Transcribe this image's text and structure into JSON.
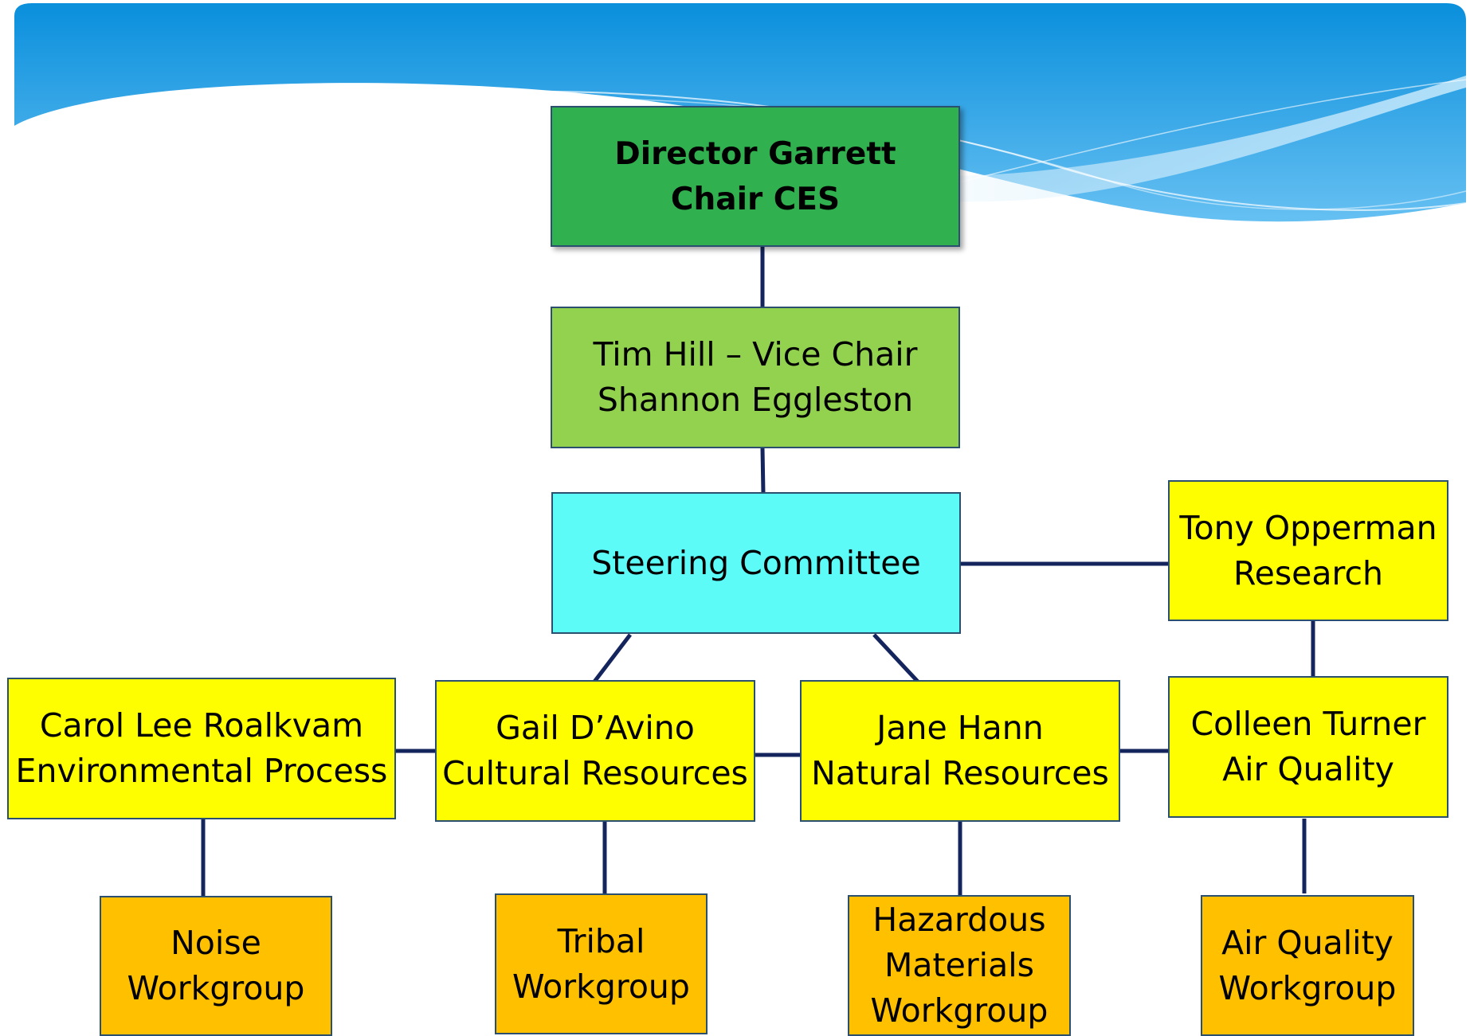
{
  "colors": {
    "header_blue": "#1496e0",
    "header_light": "#7cc8f5",
    "connector": "#14245c",
    "director": "#31b04f",
    "vice_chair": "#93d24f",
    "steering": "#5dfbf7",
    "lead": "#fffe00",
    "workgroup": "#ffc000"
  },
  "org": {
    "director": {
      "line1": "Director Garrett",
      "line2": "Chair CES"
    },
    "vice_chair": {
      "line1": "Tim Hill – Vice Chair",
      "line2": "Shannon Eggleston"
    },
    "steering": {
      "label": "Steering Committee"
    },
    "research": {
      "line1": "Tony Opperman",
      "line2": "Research"
    },
    "leads": [
      {
        "line1": "Carol Lee Roalkvam",
        "line2": "Environmental Process"
      },
      {
        "line1": "Gail D’Avino",
        "line2": "Cultural Resources"
      },
      {
        "line1": "Jane Hann",
        "line2": "Natural Resources"
      },
      {
        "line1": "Colleen Turner",
        "line2": "Air Quality"
      }
    ],
    "workgroups": [
      {
        "line1": "Noise",
        "line2": "Workgroup"
      },
      {
        "line1": "Tribal",
        "line2": "Workgroup"
      },
      {
        "line1": "Hazardous",
        "line2": "Materials",
        "line3": "Workgroup"
      },
      {
        "line1": "Air Quality",
        "line2": "Workgroup"
      }
    ]
  }
}
